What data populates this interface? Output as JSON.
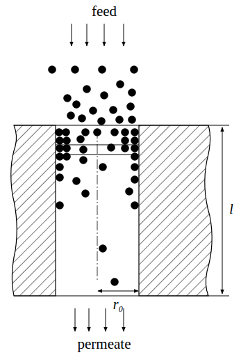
{
  "diagram": {
    "labels": [
      "feed",
      "permeate",
      "l",
      "r₀"
    ]
  }
}
